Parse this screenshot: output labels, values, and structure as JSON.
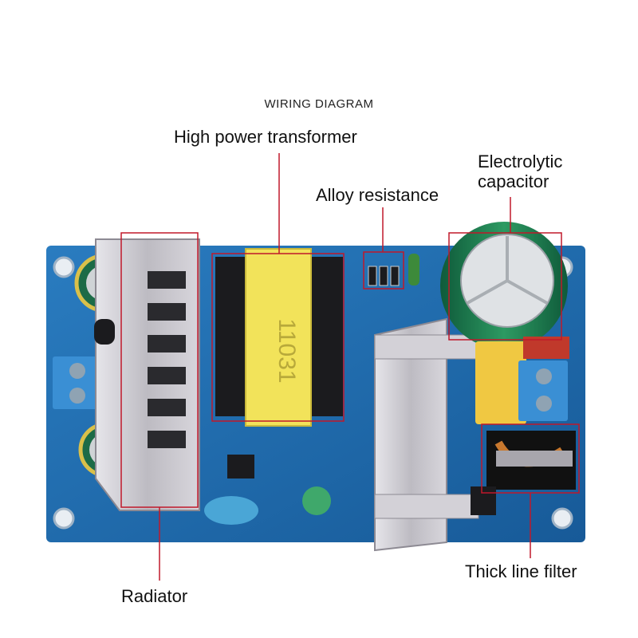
{
  "diagram": {
    "title": "WIRING DIAGRAM",
    "labels": {
      "transformer": "High power transformer",
      "capacitor_line1": "Electrolytic",
      "capacitor_line2": "capacitor",
      "alloy": "Alloy resistance",
      "filter": "Thick line filter",
      "radiator": "Radiator"
    },
    "colors": {
      "board": "#1f6fb0",
      "board_dark": "#174f85",
      "callout": "#c0182a",
      "heatsink": "#c9c7cd",
      "transformer_core": "#f2e35a",
      "terminal_block": "#3a8fd4"
    }
  }
}
